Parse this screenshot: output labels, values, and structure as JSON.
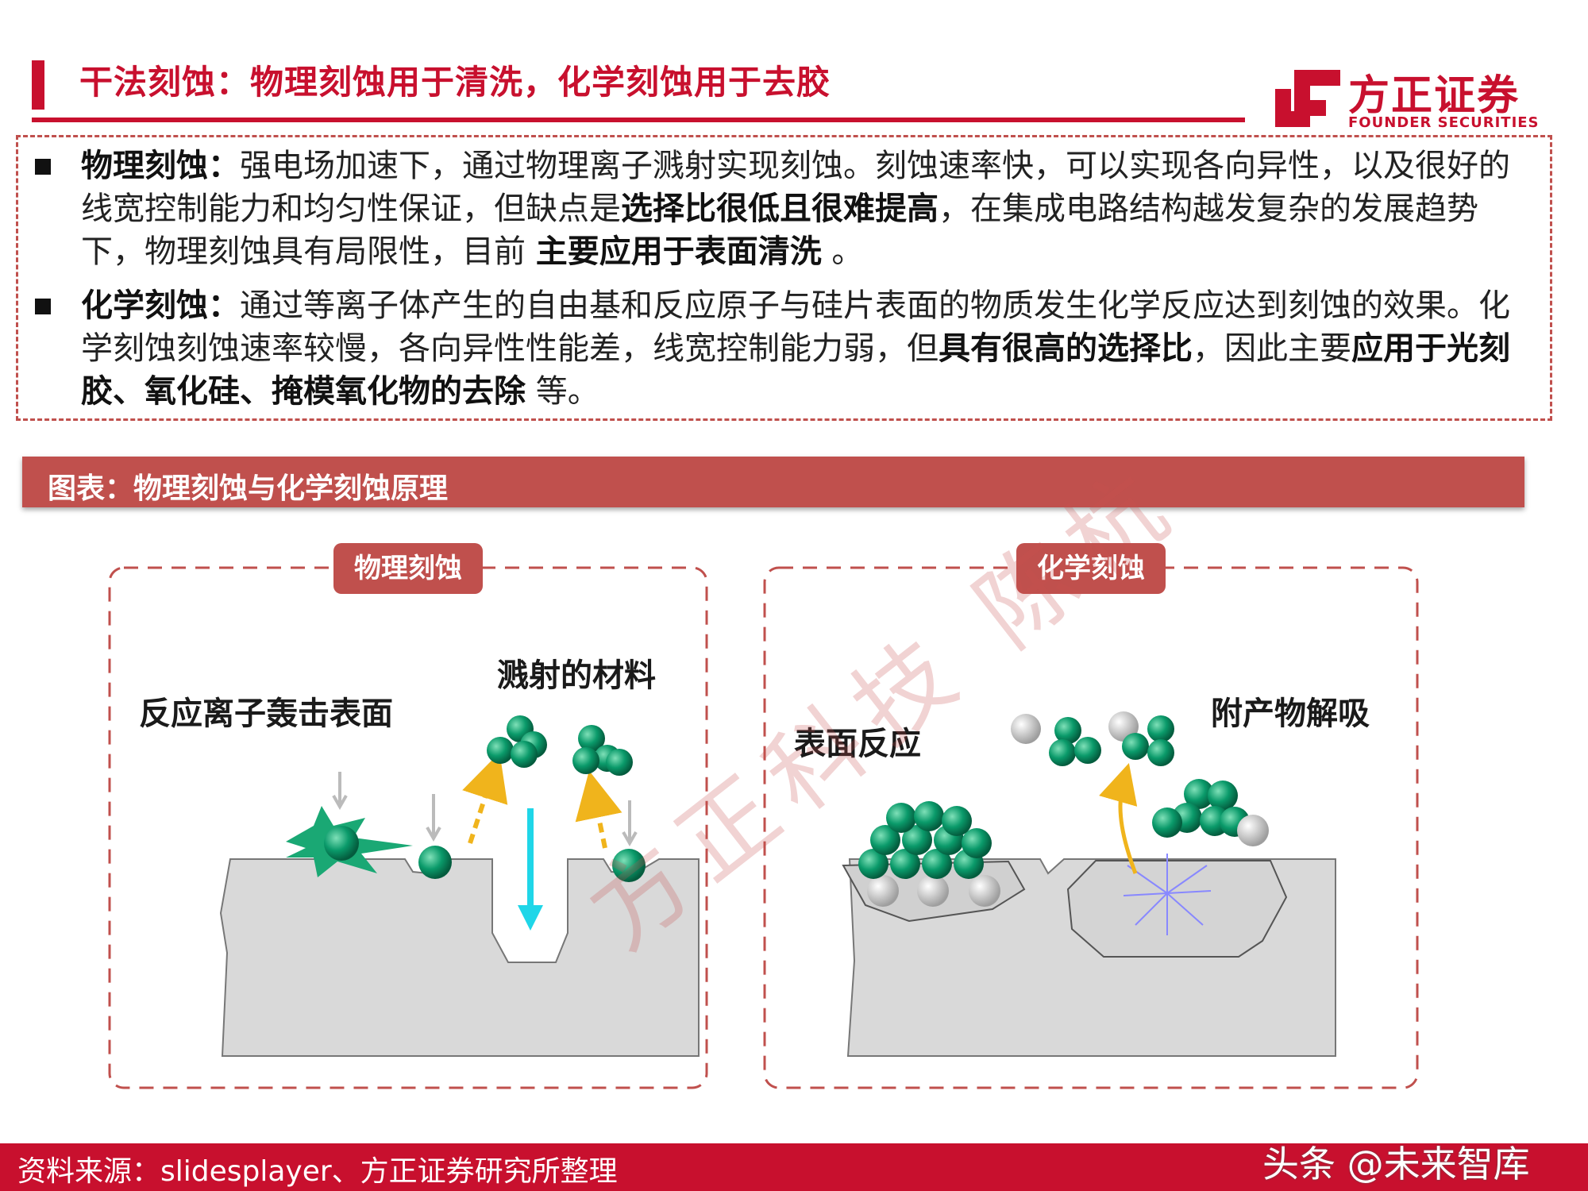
{
  "header": {
    "title": "干法刻蚀：物理刻蚀用于清洗，化学刻蚀用于去胶",
    "logo_name": "方正证券",
    "logo_sub": "FOUNDER SECURITIES"
  },
  "bullets": [
    {
      "term": "物理刻蚀：",
      "text_a": "强电场加速下，通过物理离子溅射实现刻蚀。刻蚀速率快，可以实现各向异性，以及很好的线宽控制能力和均匀性保证，但缺点是",
      "bold_a": "选择比很低且很难提高",
      "text_b": "，在集成电路结构越发复杂的发展趋势下，物理刻蚀具有局限性，目前 ",
      "bold_b": "主要应用于表面清洗",
      "text_c": " 。"
    },
    {
      "term": "化学刻蚀：",
      "text_a": "通过等离子体产生的自由基和反应原子与硅片表面的物质发生化学反应达到刻蚀的效果。化学刻蚀刻蚀速率较慢，各向异性性能差，线宽控制能力弱，但",
      "bold_a": "具有很高的选择比",
      "text_b": "，因此主要",
      "bold_b": "应用于光刻胶、氧化硅、掩模氧化物的去除",
      "text_c": " 等。"
    }
  ],
  "figure": {
    "title": "图表：物理刻蚀与化学刻蚀原理",
    "left_panel": {
      "tag": "物理刻蚀",
      "label_ions": "反应离子轰击表面",
      "label_sputter": "溅射的材料"
    },
    "right_panel": {
      "tag": "化学刻蚀",
      "label_surface": "表面反应",
      "label_desorb": "附产物解吸"
    },
    "watermark": "方正科技 陈杭"
  },
  "footer": {
    "source": "资料来源：slidesplayer、方正证券研究所整理",
    "credit": "头条 @未来智库"
  },
  "colors": {
    "brand_red": "#c8102e",
    "panel_red": "#c0504d",
    "atom_green": "#0a9a6a",
    "substrate_gray": "#d9d9d9"
  }
}
